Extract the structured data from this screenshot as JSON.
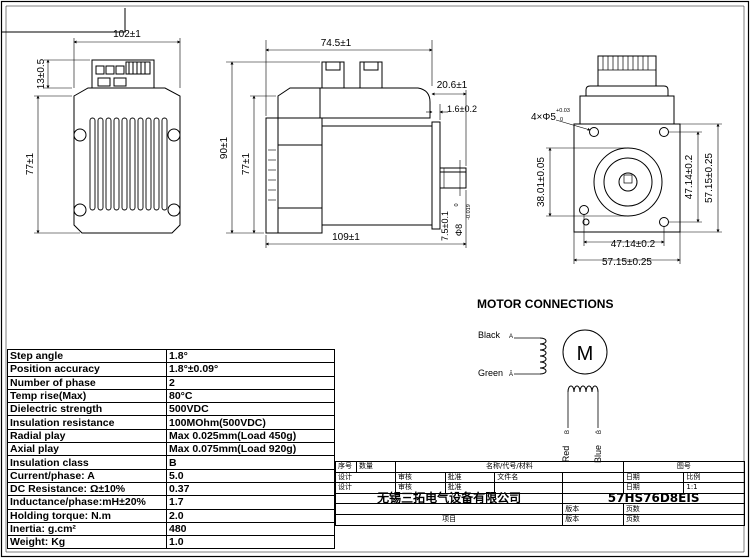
{
  "dims": {
    "front_width": "102±1",
    "front_terminal": "13±0.5",
    "front_height": "77±1",
    "side_length": "74.5±1",
    "side_total_height": "90±1",
    "side_body_height": "77±1",
    "side_overall": "109±1",
    "shaft_length": "20.6±1",
    "shaft_step": "1.6±0.2",
    "shaft_flat": "7.5±0.1",
    "shaft_flat_tol": "0",
    "shaft_dia": "Φ8",
    "shaft_dia_tol": "-0.019",
    "hole_note": "4×Φ5",
    "hole_tol_up": "+0.03",
    "hole_tol_low": "0",
    "pilot_dia": "38.01±0.05",
    "hole_v_spacing": "47.14±0.2",
    "body_v": "57.15±0.25",
    "hole_h_spacing": "47.14±0.2",
    "body_h": "57.15±0.25"
  },
  "motor_connections": {
    "title": "MOTOR CONNECTIONS",
    "black": "Black",
    "a": "A",
    "green": "Green",
    "a_bar": "Ā",
    "red": "Red",
    "b": "B",
    "blue": "Blue",
    "b_bar": "B̄",
    "motor_symbol": "M"
  },
  "specs": [
    {
      "param": "Step angle",
      "value": "1.8°"
    },
    {
      "param": "Position accuracy",
      "value": "1.8°±0.09°"
    },
    {
      "param": "Number of phase",
      "value": "2"
    },
    {
      "param": "Temp rise(Max)",
      "value": "80°C"
    },
    {
      "param": "Dielectric strength",
      "value": "500VDC"
    },
    {
      "param": "Insulation resistance",
      "value": "100MOhm(500VDC)"
    },
    {
      "param": "Radial play",
      "value": "Max 0.025mm(Load 450g)"
    },
    {
      "param": "Axial play",
      "value": "Max 0.075mm(Load 920g)"
    },
    {
      "param": "Insulation class",
      "value": "B"
    },
    {
      "param": "Current/phase: A",
      "value": "5.0"
    },
    {
      "param": "DC Resistance: Ω±10%",
      "value": "0.37"
    },
    {
      "param": "Inductance/phase:mH±20%",
      "value": "1.7"
    },
    {
      "param": "Holding torque: N.m",
      "value": "2.0"
    },
    {
      "param": "Inertia: g.cm²",
      "value": "480"
    },
    {
      "param": "Weight: Kg",
      "value": "1.0"
    }
  ],
  "title_block": {
    "seq": "序号",
    "qty": "数量",
    "name_spec": "名称/代号/材料",
    "drawing_no_label": "图号",
    "design": "设计",
    "review": "审核",
    "approve": "批准",
    "date": "日期",
    "filename": "文件名",
    "scale_label": "比例",
    "scale": "1:1",
    "project": "项目",
    "company": "无锡三拓电气设备有限公司",
    "model": "57HS76D8EIS",
    "version": "版本",
    "pages": "页数"
  }
}
